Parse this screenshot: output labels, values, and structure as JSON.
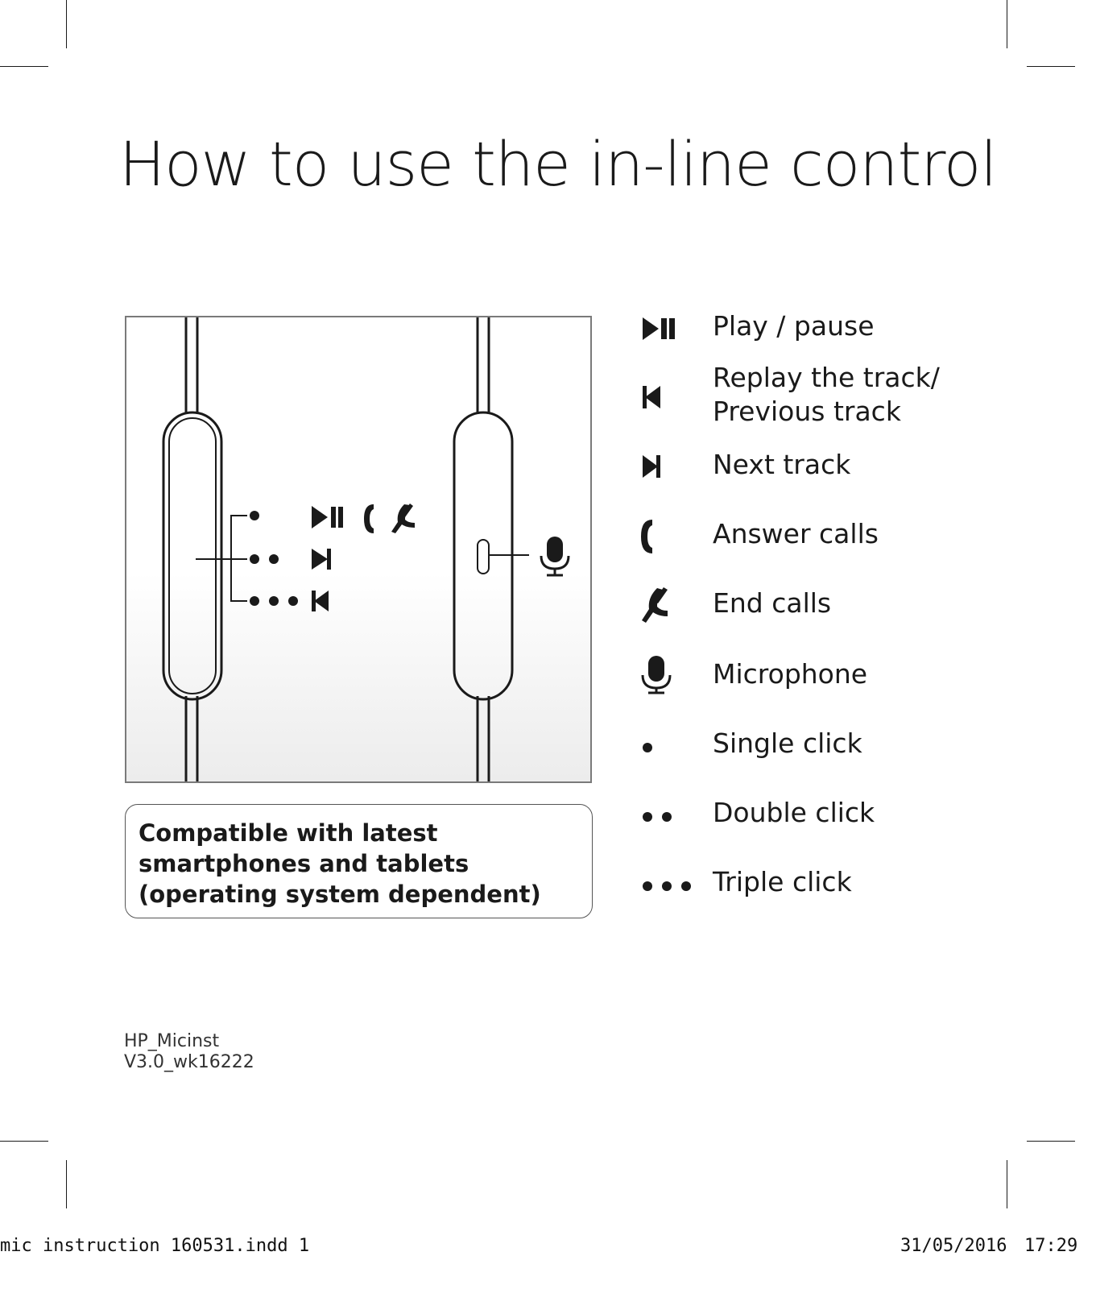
{
  "title": "How to use the in-line control",
  "note": {
    "lines": [
      "Compatible with latest",
      "smartphones and tablets",
      "(operating system dependent)"
    ]
  },
  "legend": [
    {
      "icon": "play-pause-icon",
      "lines": [
        "Play / pause"
      ]
    },
    {
      "icon": "previous-track-icon",
      "lines": [
        "Replay the track/",
        "Previous track"
      ]
    },
    {
      "icon": "next-track-icon",
      "lines": [
        "Next track"
      ]
    },
    {
      "icon": "answer-call-icon",
      "lines": [
        "Answer calls"
      ]
    },
    {
      "icon": "end-call-icon",
      "lines": [
        "End calls"
      ]
    },
    {
      "icon": "microphone-icon",
      "lines": [
        "Microphone"
      ]
    },
    {
      "icon": "single-dot-icon",
      "lines": [
        "Single click"
      ]
    },
    {
      "icon": "double-dot-icon",
      "lines": [
        "Double click"
      ]
    },
    {
      "icon": "triple-dot-icon",
      "lines": [
        "Triple click"
      ]
    }
  ],
  "footer": {
    "code_line1": "HP_Micinst",
    "code_line2": "V3.0_wk16222"
  },
  "slug": {
    "file": "mic instruction 160531.indd   1",
    "date": "31/05/2016",
    "time": "17:29"
  }
}
